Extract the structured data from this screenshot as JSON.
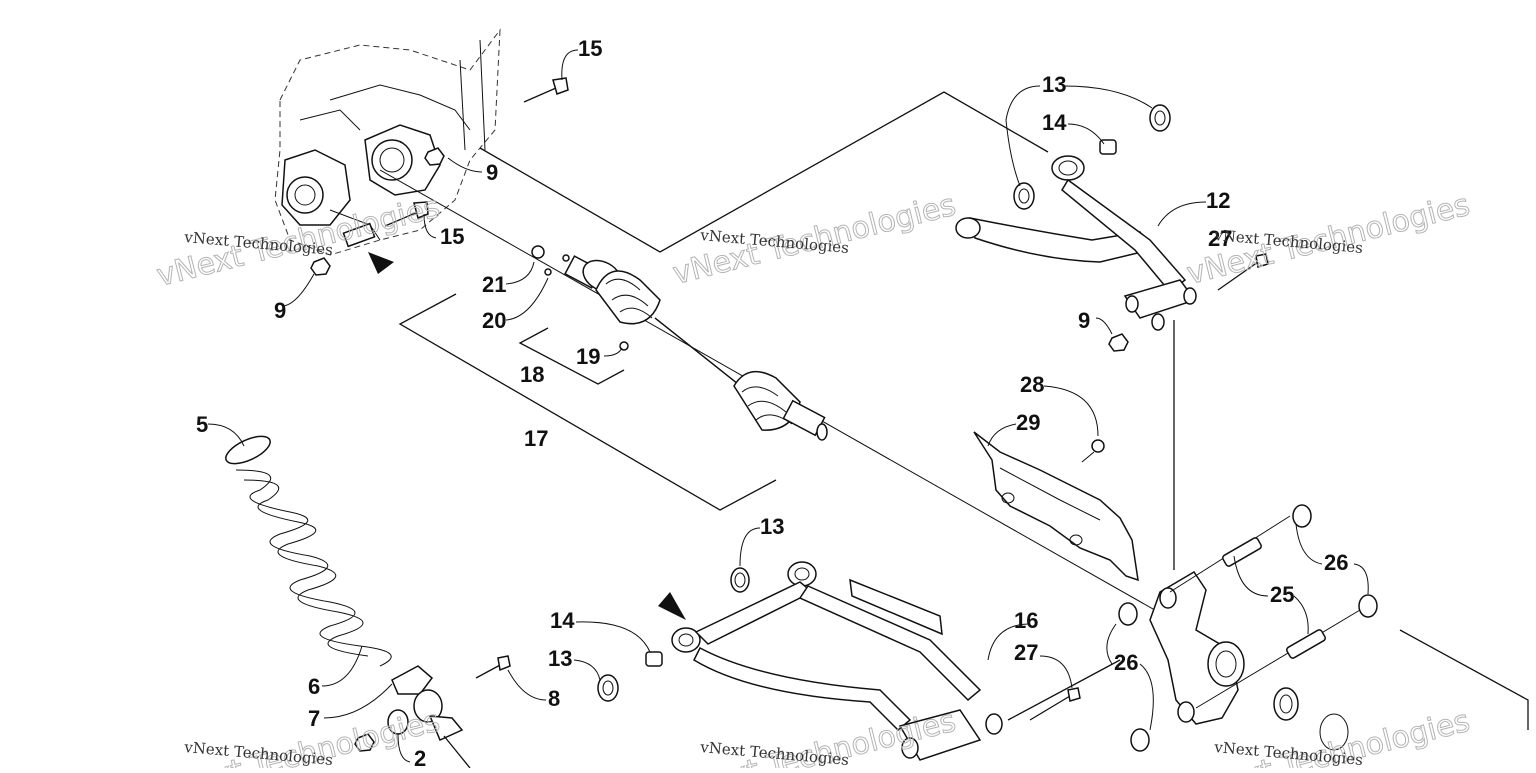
{
  "diagram": {
    "callouts": [
      "15",
      "9",
      "15",
      "9",
      "21",
      "20",
      "19",
      "18",
      "17",
      "13",
      "14",
      "12",
      "27",
      "9",
      "28",
      "29",
      "5",
      "6",
      "7",
      "2",
      "8",
      "13",
      "14",
      "13",
      "16",
      "27",
      "26",
      "25",
      "26"
    ],
    "watermarks": [
      {
        "small": "vNext Technologies",
        "big": "vNext Technologies"
      },
      {
        "small": "vNext Technologies",
        "big": "vNext Technologies"
      },
      {
        "small": "vNext Technologies",
        "big": "vNext Technologies"
      },
      {
        "small": "vNext Technologies",
        "big": "vNext Technologies"
      },
      {
        "small": "vNext Technologies",
        "big": "vNext Technologies"
      },
      {
        "small": "vNext Technologies",
        "big": "vNext Technologies"
      }
    ]
  }
}
